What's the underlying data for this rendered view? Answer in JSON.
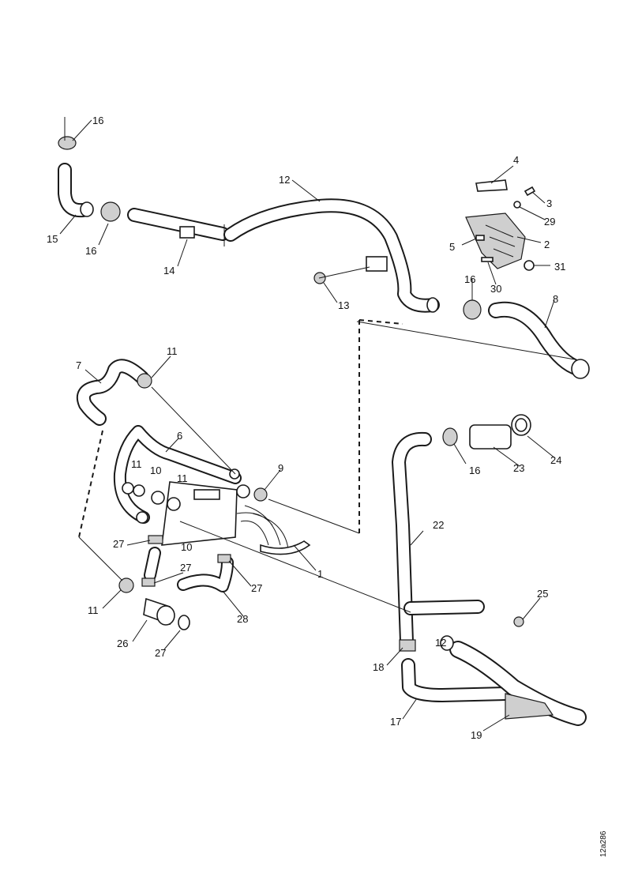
{
  "diagram": {
    "drawing_ref": "12a286",
    "callouts": [
      {
        "id": "c1",
        "text": "1"
      },
      {
        "id": "c2",
        "text": "2"
      },
      {
        "id": "c3",
        "text": "3"
      },
      {
        "id": "c4",
        "text": "4"
      },
      {
        "id": "c5",
        "text": "5"
      },
      {
        "id": "c6",
        "text": "6"
      },
      {
        "id": "c7",
        "text": "7"
      },
      {
        "id": "c8",
        "text": "8"
      },
      {
        "id": "c9",
        "text": "9"
      },
      {
        "id": "c10a",
        "text": "10"
      },
      {
        "id": "c10b",
        "text": "10"
      },
      {
        "id": "c11a",
        "text": "11"
      },
      {
        "id": "c11b",
        "text": "11"
      },
      {
        "id": "c11c",
        "text": "11"
      },
      {
        "id": "c11d",
        "text": "11"
      },
      {
        "id": "c12a",
        "text": "12"
      },
      {
        "id": "c12b",
        "text": "12"
      },
      {
        "id": "c13",
        "text": "13"
      },
      {
        "id": "c14",
        "text": "14"
      },
      {
        "id": "c15",
        "text": "15"
      },
      {
        "id": "c16a",
        "text": "16"
      },
      {
        "id": "c16b",
        "text": "16"
      },
      {
        "id": "c16c",
        "text": "16"
      },
      {
        "id": "c16d",
        "text": "16"
      },
      {
        "id": "c17",
        "text": "17"
      },
      {
        "id": "c18",
        "text": "18"
      },
      {
        "id": "c19",
        "text": "19"
      },
      {
        "id": "c22",
        "text": "22"
      },
      {
        "id": "c23",
        "text": "23"
      },
      {
        "id": "c24",
        "text": "24"
      },
      {
        "id": "c25",
        "text": "25"
      },
      {
        "id": "c26",
        "text": "26"
      },
      {
        "id": "c27a",
        "text": "27"
      },
      {
        "id": "c27b",
        "text": "27"
      },
      {
        "id": "c27c",
        "text": "27"
      },
      {
        "id": "c27d",
        "text": "27"
      },
      {
        "id": "c28",
        "text": "28"
      },
      {
        "id": "c29",
        "text": "29"
      },
      {
        "id": "c30",
        "text": "30"
      },
      {
        "id": "c31",
        "text": "31"
      }
    ]
  }
}
